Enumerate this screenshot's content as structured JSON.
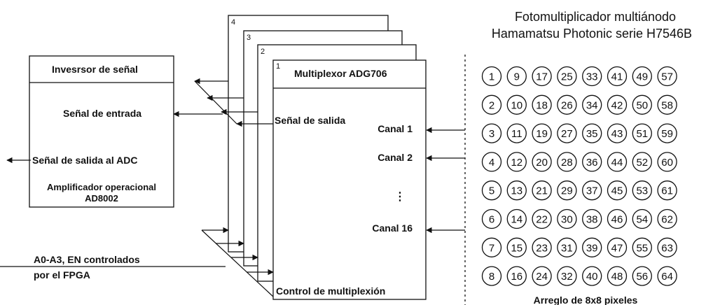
{
  "pmt": {
    "title_line1": "Fotomultiplicador multiánodo",
    "title_line2": "Hamamatsu Photonic serie  H7546B",
    "caption": "Arreglo de 8x8 pixeles",
    "pixel_rows": [
      [
        "1",
        "9",
        "17",
        "25",
        "33",
        "41",
        "49",
        "57"
      ],
      [
        "2",
        "10",
        "18",
        "26",
        "34",
        "42",
        "50",
        "58"
      ],
      [
        "3",
        "11",
        "19",
        "27",
        "35",
        "43",
        "51",
        "59"
      ],
      [
        "4",
        "12",
        "20",
        "28",
        "36",
        "44",
        "52",
        "60"
      ],
      [
        "5",
        "13",
        "21",
        "29",
        "37",
        "45",
        "53",
        "61"
      ],
      [
        "6",
        "14",
        "22",
        "30",
        "38",
        "46",
        "54",
        "62"
      ],
      [
        "7",
        "15",
        "23",
        "31",
        "39",
        "47",
        "55",
        "63"
      ],
      [
        "8",
        "16",
        "24",
        "32",
        "40",
        "48",
        "56",
        "64"
      ]
    ]
  },
  "inverter": {
    "title": "Invesrsor de señal",
    "input_label": "Señal de entrada",
    "output_label": "Señal de salida al ADC",
    "amp_line1": "Amplificador operacional",
    "amp_line2": "AD8002"
  },
  "mux": {
    "stack_numbers": [
      "4",
      "3",
      "2",
      "1"
    ],
    "title": "Multiplexor ADG706",
    "output_label": "Señal de salida",
    "channels": [
      "Canal 1",
      "Canal 2",
      "Canal 16"
    ],
    "ellipsis": "⋮",
    "control_label": "Control de multiplexión"
  },
  "control": {
    "line1": "A0-A3, EN controlados",
    "line2": "por el FPGA"
  }
}
